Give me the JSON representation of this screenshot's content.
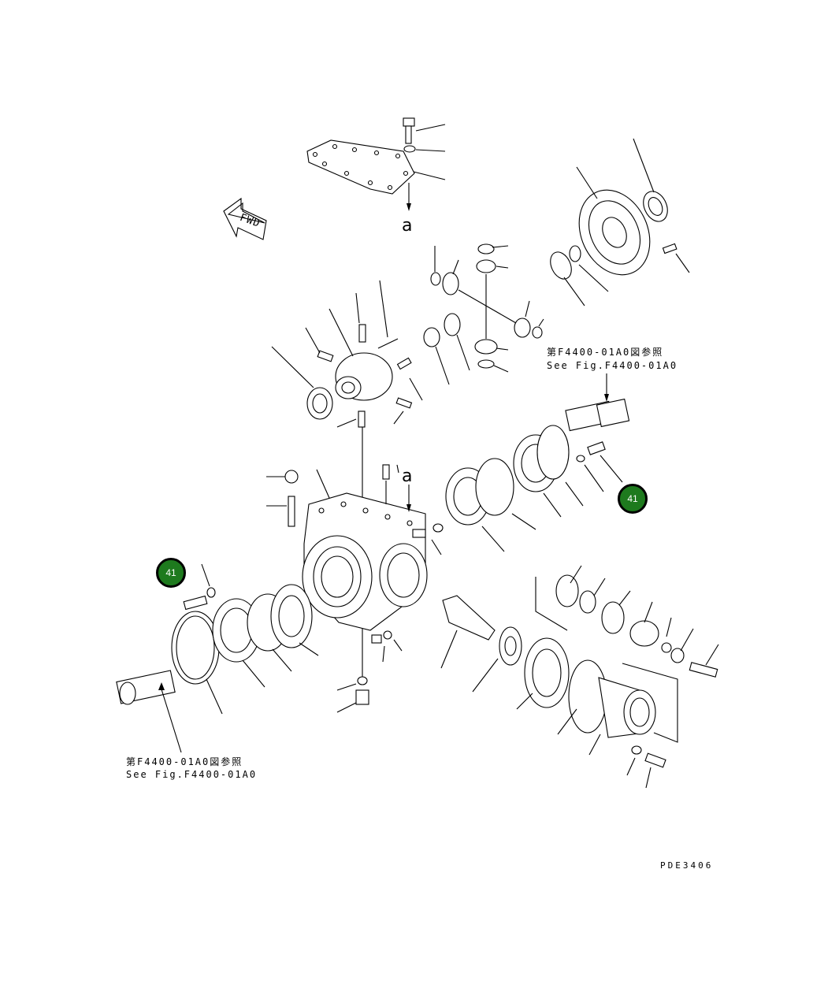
{
  "diagram": {
    "fwd_label": "FWD",
    "view_marker_top": "a",
    "view_marker_mid": "a",
    "ref_right_jp": "第F4400-01A0図参照",
    "ref_right_en": "See Fig.F4400-01A0",
    "ref_left_jp": "第F4400-01A0図参照",
    "ref_left_en": "See Fig.F4400-01A0",
    "drawing_code": "PDE3406",
    "callouts": [
      {
        "number": "41",
        "color": "#1e7a1e"
      },
      {
        "number": "41",
        "color": "#1e7a1e"
      }
    ]
  }
}
